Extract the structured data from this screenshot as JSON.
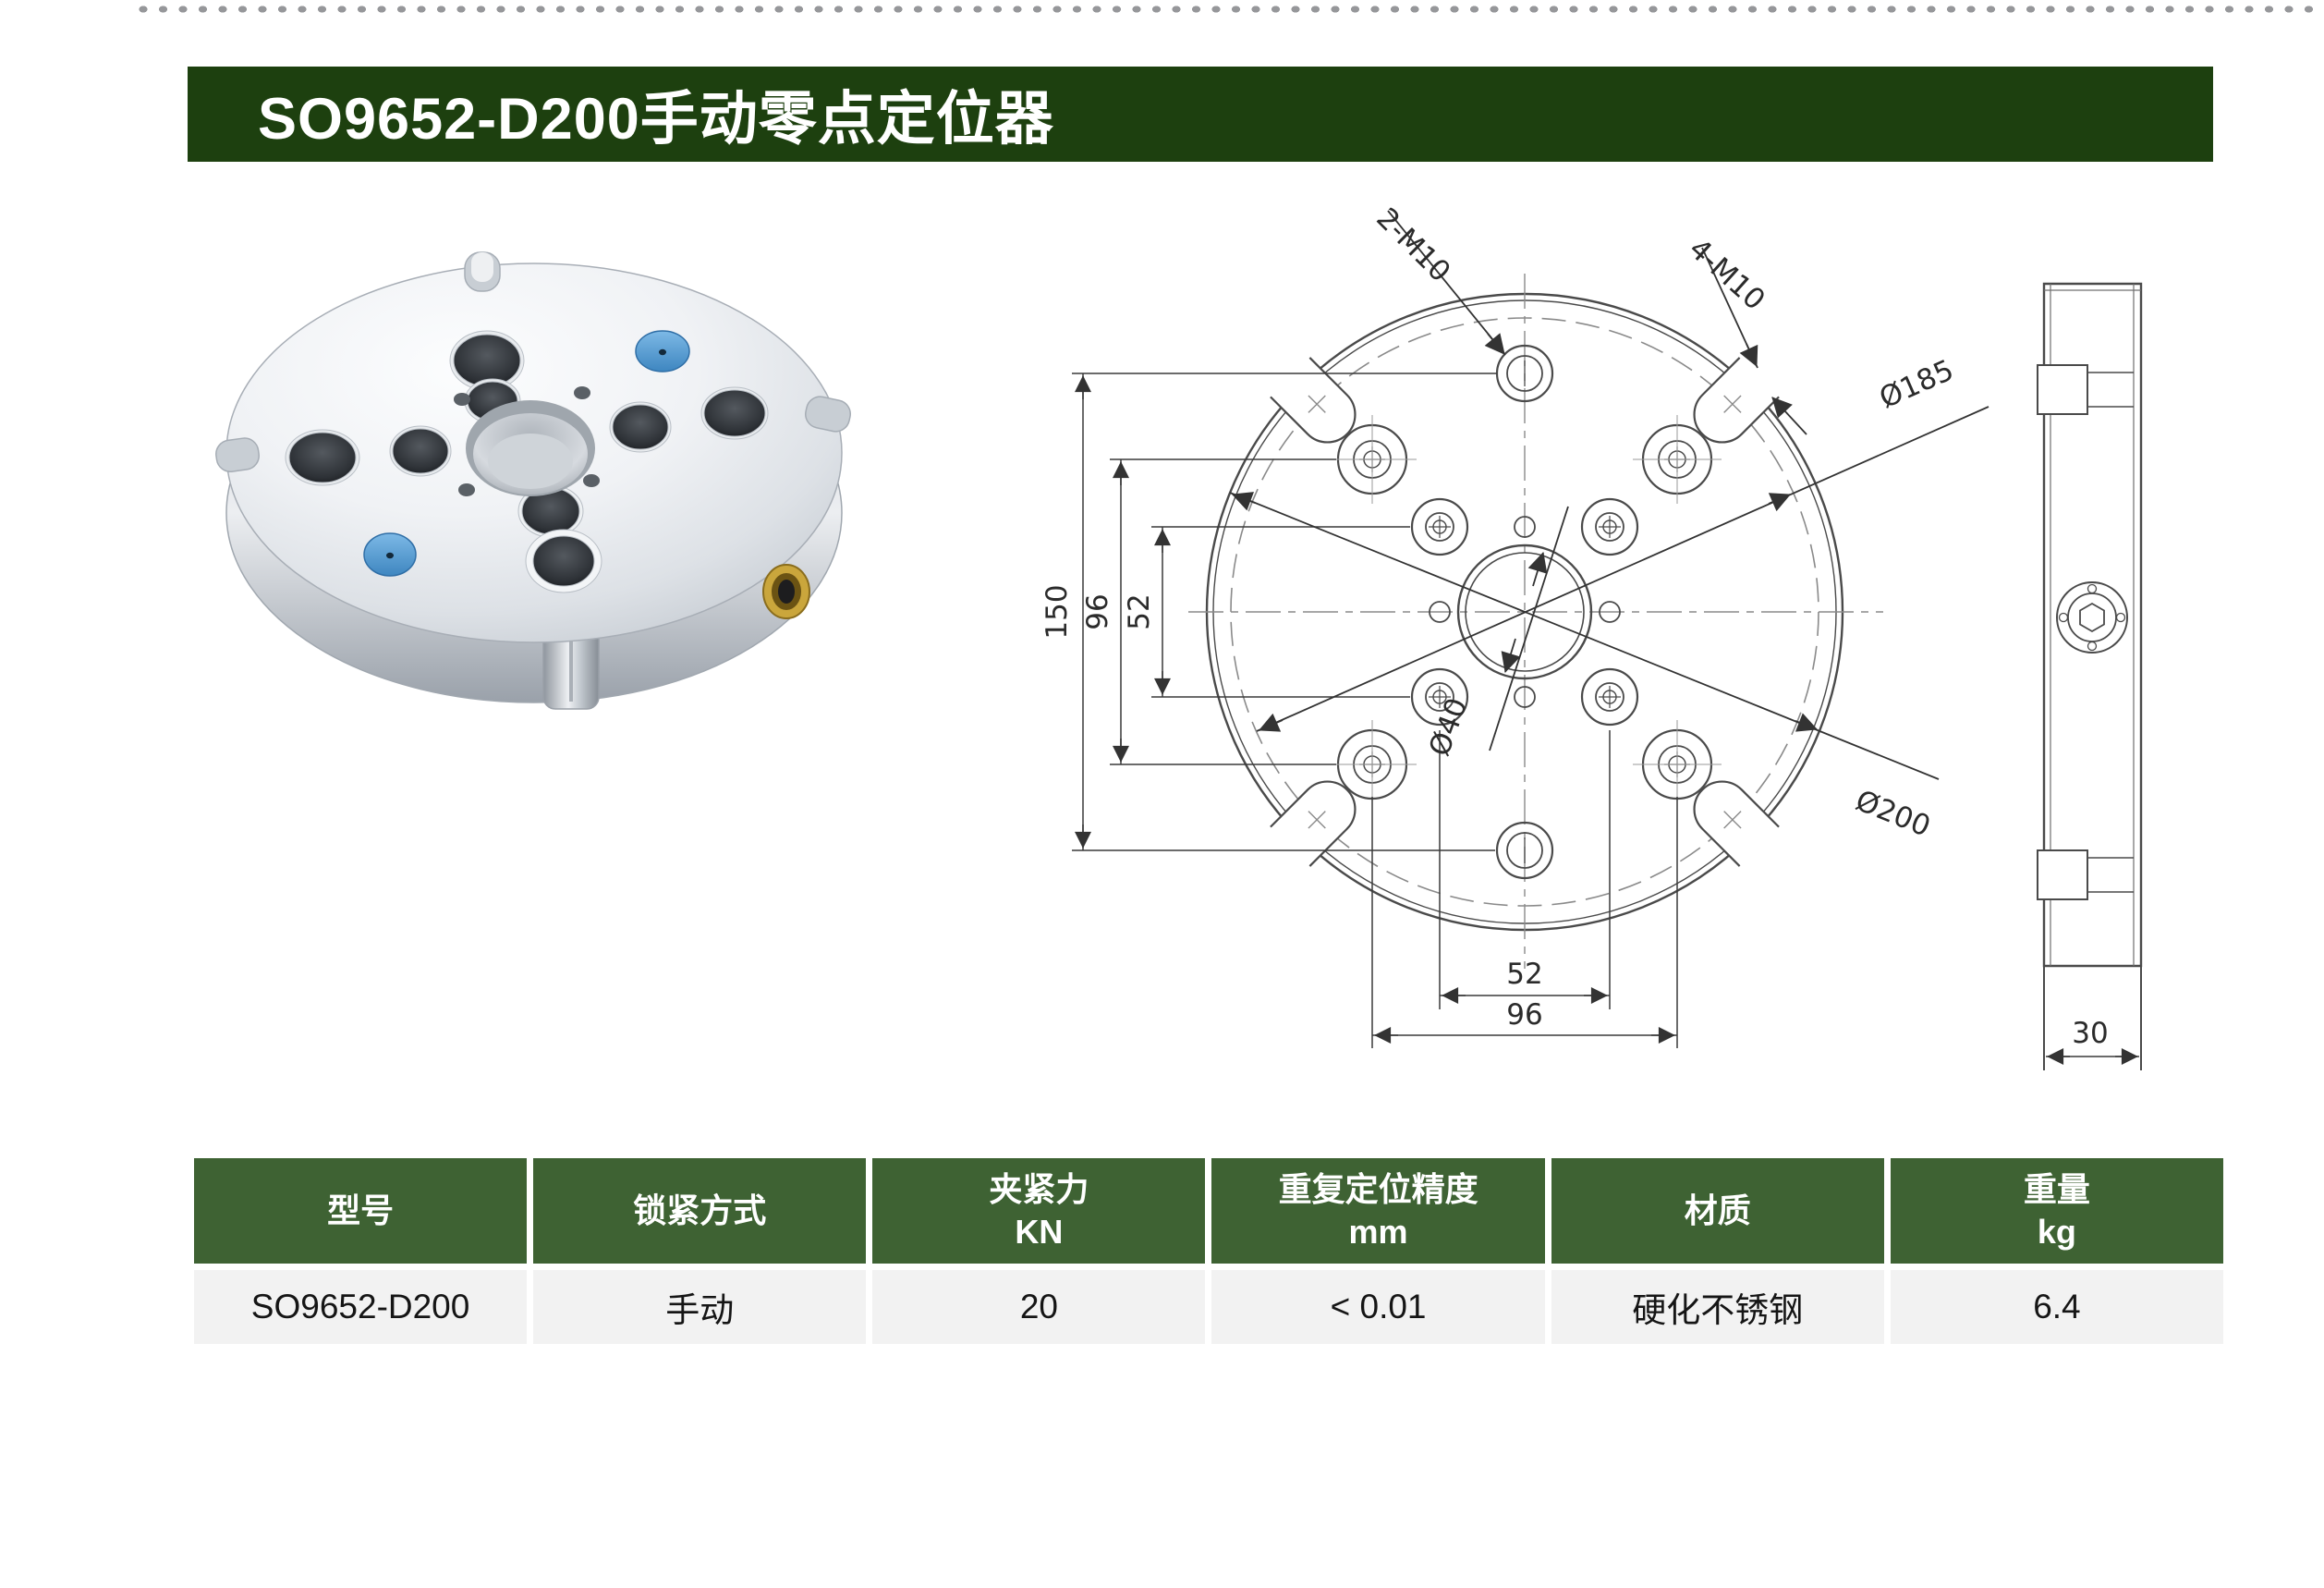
{
  "header": {
    "title": "SO9652-D200手动零点定位器",
    "bar_color": "#1d400f",
    "text_color": "#ffffff"
  },
  "decor": {
    "dotted_border_color": "#96979a"
  },
  "product": {
    "description": "manual zero point positioner, brushed stainless round plate render",
    "accent_blue": "#5b9fd4",
    "accent_gold": "#c2992f"
  },
  "drawing": {
    "line_color": "#4a4a4a",
    "labels": {
      "top_holes": "2-M10",
      "corner_holes": "4-M10",
      "bolt_circle_dia": "Ø185",
      "outer_dia": "Ø200",
      "center_bore_dia": "Ø40",
      "v150": "150",
      "v96": "96",
      "v52": "52",
      "h52": "52",
      "h96": "96",
      "thickness": "30"
    }
  },
  "table": {
    "header_bg": "#3e6233",
    "row_bg": "#f2f2f2",
    "columns": [
      "型号",
      "锁紧方式",
      "夹紧力\nKN",
      "重复定位精度\nmm",
      "材质",
      "重量\nkg"
    ],
    "rows": [
      [
        "SO9652-D200",
        "手动",
        "20",
        "< 0.01",
        "硬化不锈钢",
        "6.4"
      ]
    ]
  }
}
